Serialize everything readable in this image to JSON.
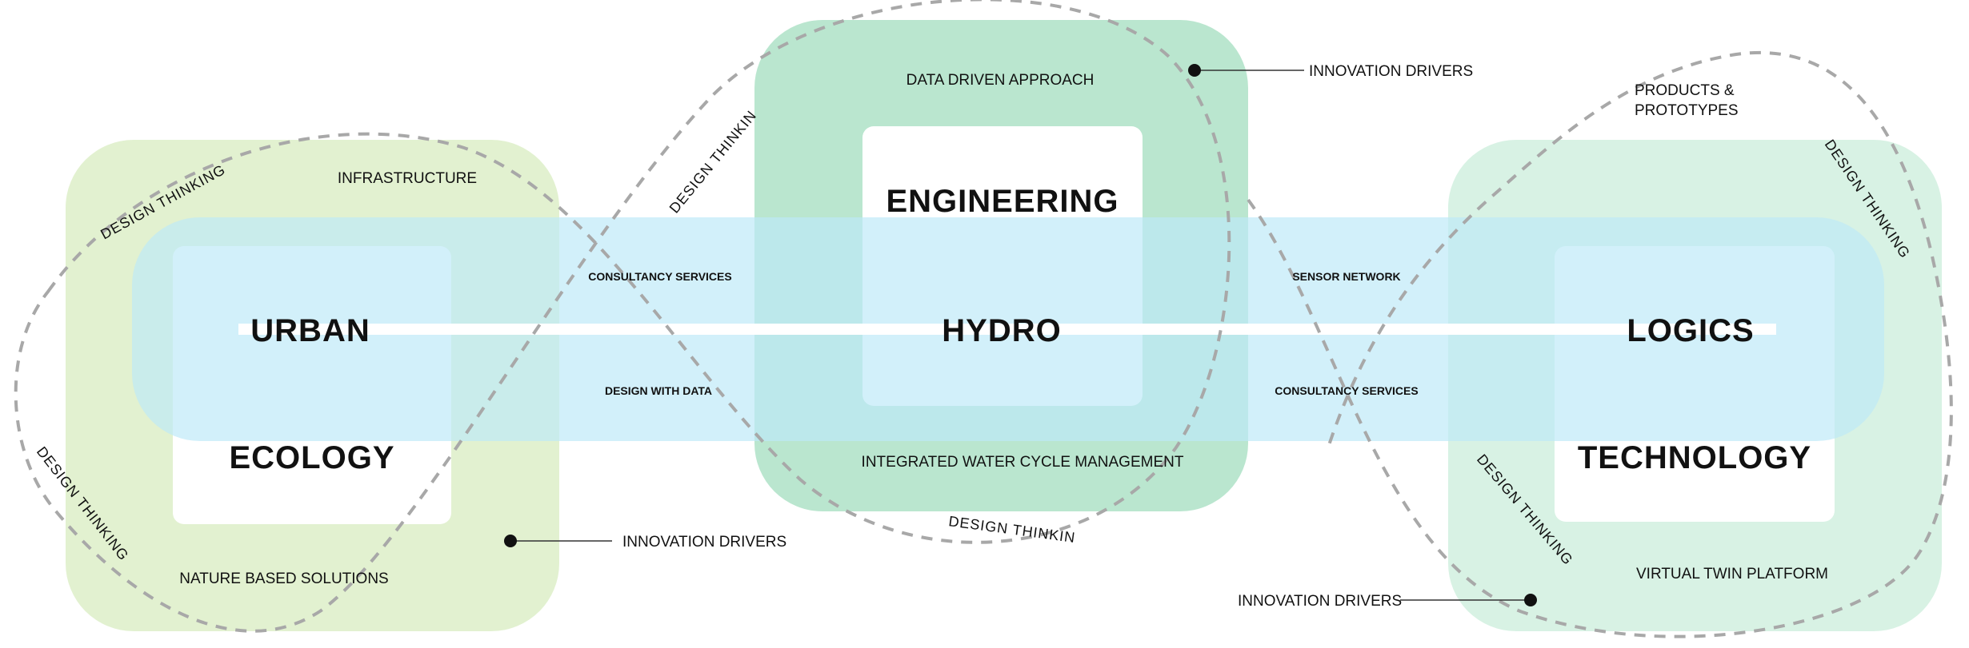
{
  "colors": {
    "ecology_fill": "#d8ecc0",
    "engineering_fill": "#9fdcbc",
    "technology_fill": "#cdeedd",
    "hydro_band": "#bde9f7",
    "dash_stroke": "#a8a8a8",
    "text": "#111111"
  },
  "labels": {
    "urban": "URBAN",
    "hydro": "HYDRO",
    "logics": "LOGICS",
    "ecology": "ECOLOGY",
    "engineering": "ENGINEERING",
    "technology": "TECHNOLOGY"
  },
  "ecology": {
    "infrastructure": "INFRASTRUCTURE",
    "nature_based": "NATURE BASED SOLUTIONS",
    "innovation": "INNOVATION DRIVERS"
  },
  "engineering": {
    "data_driven": "DATA DRIVEN APPROACH",
    "integrated": "INTEGRATED WATER CYCLE MANAGEMENT",
    "innovation": "INNOVATION DRIVERS"
  },
  "technology": {
    "products_line1": "PRODUCTS  &",
    "products_line2": "PROTOTYPES",
    "virtual_twin": "VIRTUAL TWIN PLATFORM",
    "innovation": "INNOVATION DRIVERS"
  },
  "band": {
    "consultancy_left": "CONSULTANCY SERVICES",
    "design_with_data": "DESIGN WITH DATA",
    "sensor_network": "SENSOR NETWORK",
    "consultancy_right": "CONSULTANCY SERVICES"
  },
  "design_thinking": "DESIGN  THINKING",
  "design_thinking_alt": "DESIGN THINKING"
}
